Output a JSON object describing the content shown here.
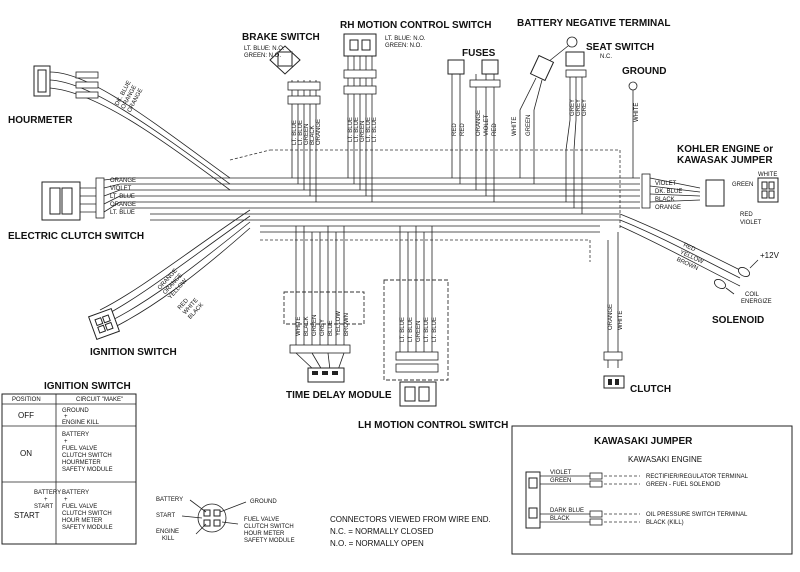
{
  "components": {
    "hourmeter": "HOURMETER",
    "brake_switch": "BRAKE SWITCH",
    "brake_switch_note1": "LT. BLUE: N.O.",
    "brake_switch_note2": "GREEN: N.O.",
    "rh_switch": "RH MOTION CONTROL SWITCH",
    "rh_switch_note1": "LT. BLUE: N.O.",
    "rh_switch_note2": "GREEN: N.O.",
    "battery_negative": "BATTERY NEGATIVE TERMINAL",
    "fuses": "FUSES",
    "seat_switch": "SEAT SWITCH",
    "seat_switch_note": "N.C.",
    "ground": "GROUND",
    "kohler_line1": "KOHLER ENGINE or",
    "kohler_line2": "KAWASAK JUMPER",
    "electric_clutch": "ELECTRIC CLUTCH SWITCH",
    "ignition_switch": "IGNITION SWITCH",
    "time_delay": "TIME DELAY MODULE",
    "lh_switch": "LH MOTION CONTROL SWITCH",
    "clutch": "CLUTCH",
    "solenoid": "SOLENOID",
    "coil_energize_1": "COIL",
    "coil_energize_2": "ENERGIZE",
    "plus12v": "+12V"
  },
  "wire_labels": {
    "hourmeter": [
      "DK. BLUE",
      "ORANGE",
      "ORANGE"
    ],
    "brake": [
      "LT. BLUE",
      "LT. BLUE",
      "GREEN",
      "BLACK",
      "ORANGE"
    ],
    "rh": [
      "LT. BLUE",
      "LT. BLUE",
      "GREEN",
      "LT. BLUE",
      "LT. BLUE"
    ],
    "fuses": [
      "RED",
      "RED",
      "ORANGE",
      "VIOLET",
      "RED"
    ],
    "battery": [
      "WHITE",
      "GREEN"
    ],
    "seat": [
      "GREY",
      "GREY",
      "GREY"
    ],
    "ground": [
      "WHITE"
    ],
    "clutch_sw": [
      "ORANGE",
      "VIOLET",
      "LT. BLUE",
      "ORANGE",
      "LT. BLUE"
    ],
    "kohler": [
      "VIOLET",
      "DK. BLUE",
      "BLACK",
      "ORANGE"
    ],
    "kohler_conn": [
      "WHITE",
      "GREEN",
      "RED",
      "VIOLET"
    ],
    "solenoid": [
      "RED",
      "YELLOW",
      "BROWN"
    ],
    "ignition": [
      "ORANGE",
      "ORANGE",
      "YELLOW",
      "RED",
      "WHITE",
      "BLACK"
    ],
    "time_delay": [
      "WHITE",
      "BLACK",
      "GREEN",
      "GREY",
      "BLUE",
      "YELLOW",
      "BROWN"
    ],
    "lh": [
      "LT. BLUE",
      "LT. BLUE",
      "GREEN",
      "LT. BLUE",
      "LT. BLUE"
    ],
    "clutch": [
      "ORANGE",
      "WHITE"
    ]
  },
  "ignition_table": {
    "title": "IGNITION SWITCH",
    "col1": "POSITION",
    "col2": "CIRCUIT \"MAKE\"",
    "rows": [
      {
        "pos": "OFF",
        "lines": [
          "GROUND",
          "+",
          "ENGINE KILL"
        ]
      },
      {
        "pos": "ON",
        "lines": [
          "BATTERY",
          "+",
          "FUEL VALVE",
          "CLUTCH SWITCH",
          "HOURMETER",
          "SAFETY MODULE"
        ]
      },
      {
        "pos": "START",
        "lines": [
          "BATTERY",
          "+",
          "START",
          "",
          "BATTERY",
          "+",
          "FUEL VALVE",
          "CLUTCH SWITCH",
          "HOUR METER",
          "SAFETY MODULE"
        ]
      }
    ]
  },
  "switch_legend": {
    "battery": "BATTERY",
    "start": "START",
    "engine": "ENGINE",
    "kill": "KILL",
    "ground": "GROUND",
    "fuel": [
      "FUEL VALVE",
      "CLUTCH SWITCH",
      "HOUR METER",
      "SAFETY MODULE"
    ]
  },
  "notes": {
    "line1": "CONNECTORS VIEWED FROM WIRE END.",
    "line2": "N.C. = NORMALLY CLOSED",
    "line3": "N.O. = NORMALLY OPEN"
  },
  "kawasaki": {
    "title": "KAWASAKI JUMPER",
    "engine": "KAWASAKI ENGINE",
    "wires": [
      "VIOLET",
      "GREEN",
      "DARK BLUE",
      "BLACK"
    ],
    "terminals": [
      "RECTIFIER/REGULATOR TERMINAL",
      "GREEN - FUEL SOLENOID",
      "OIL PRESSURE SWITCH TERMINAL",
      "BLACK (KILL)"
    ]
  }
}
